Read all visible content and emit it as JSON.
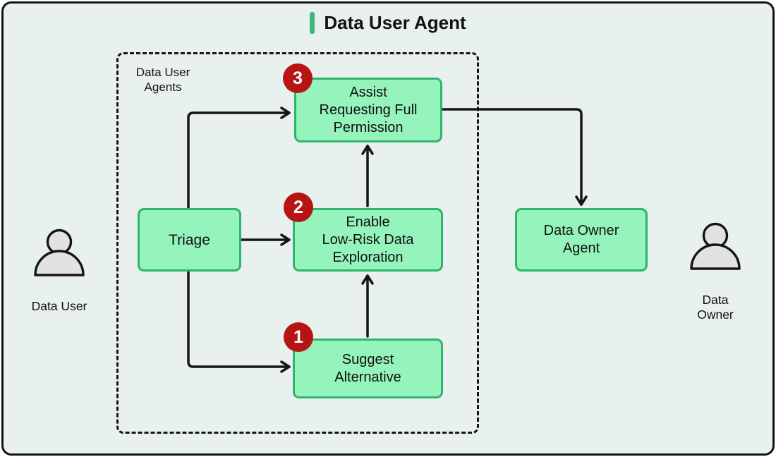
{
  "title": {
    "text": "Data User Agent"
  },
  "group": {
    "label": "Data User\nAgents"
  },
  "nodes": {
    "triage": {
      "label": "Triage"
    },
    "suggest_alternative": {
      "badge": "1",
      "label": "Suggest\nAlternative"
    },
    "enable_low_risk": {
      "badge": "2",
      "label": "Enable\nLow-Risk Data\nExploration"
    },
    "assist_permission": {
      "badge": "3",
      "label": "Assist\nRequesting Full\nPermission"
    },
    "data_owner_agent": {
      "label": "Data Owner\nAgent"
    }
  },
  "actors": {
    "data_user": {
      "label": "Data User"
    },
    "data_owner": {
      "label": "Data\nOwner"
    }
  },
  "colors": {
    "background": "#e8f1ed",
    "node_fill": "#95f3bc",
    "node_border": "#2db46e",
    "accent_bar": "#3cb878",
    "badge_red": "#b81414",
    "person_fill": "#e2e2e2",
    "line": "#151515"
  }
}
